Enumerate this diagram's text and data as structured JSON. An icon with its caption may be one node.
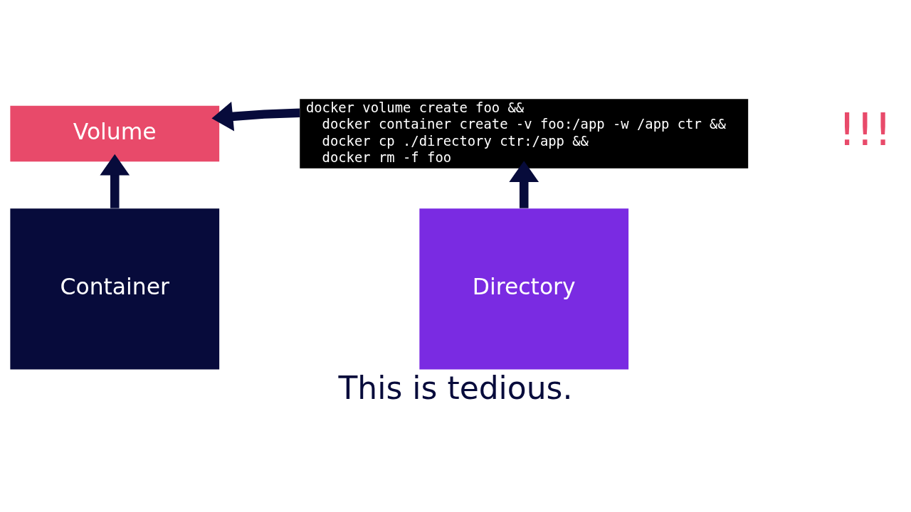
{
  "diagram": {
    "caption": "This is tedious.",
    "nodes": [
      {
        "text": [
          "Volume"
        ]
      },
      {
        "text": [
          "docker volume create foo &&",
          "docker container create -v foo:/app -w /app ctr &&",
          "docker cp ./directory ctr:/app &&",
          "docker rm -f foo"
        ]
      },
      {
        "text": [
          "Container"
        ]
      },
      {
        "text": [
          "Directory"
        ]
      }
    ],
    "edges": [
      {
        "from": 2,
        "to": 0,
        "arrow": "to"
      },
      {
        "from": 1,
        "to": 0,
        "arrow": "to"
      },
      {
        "from": 3,
        "to": 1,
        "arrow": "to"
      }
    ],
    "labels": [
      "!!!"
    ]
  }
}
